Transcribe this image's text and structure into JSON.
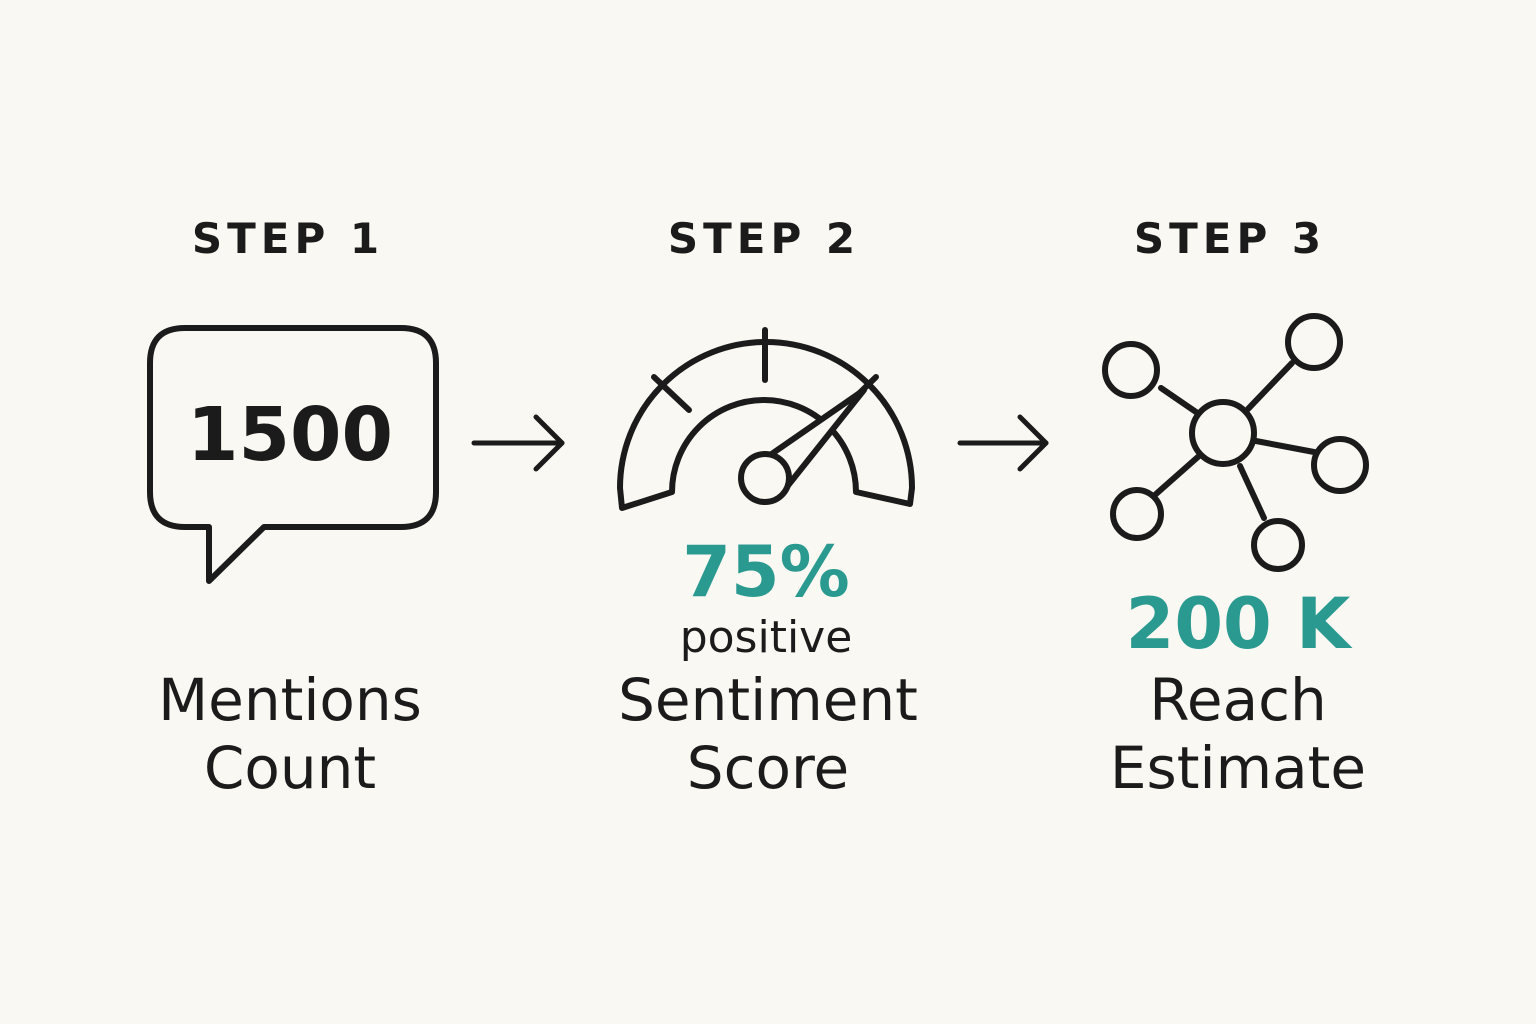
{
  "accent_color": "#2a9a90",
  "ink_color": "#1b1b1b",
  "steps": [
    {
      "title": "STEP 1",
      "icon": "speech-bubble-icon",
      "value": "1500",
      "label_line1": "Mentions",
      "label_line2": "Count"
    },
    {
      "title": "STEP 2",
      "icon": "gauge-icon",
      "value": "75%",
      "value_note": "positive",
      "gauge_level": 0.75,
      "label_line1": "Sentiment",
      "label_line2": "Score"
    },
    {
      "title": "STEP 3",
      "icon": "network-icon",
      "value": "200 K",
      "label_line1": "Reach",
      "label_line2": "Estimate"
    }
  ],
  "connectors": [
    {
      "icon": "arrow-right-icon"
    },
    {
      "icon": "arrow-right-icon"
    }
  ]
}
